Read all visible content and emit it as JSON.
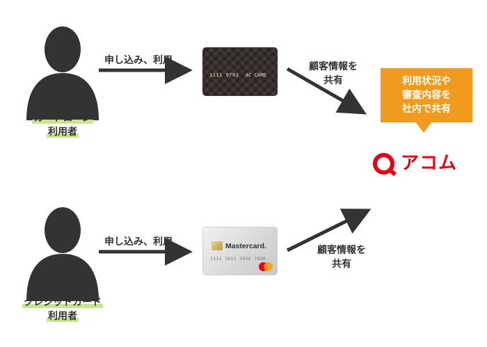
{
  "top": {
    "user_label_line1": "カードローン",
    "user_label_line2": "利用者",
    "apply_label": "申し込み、利用",
    "share_label_line1": "顧客情報を",
    "share_label_line2": "共有",
    "card": {
      "number": "1111 9702",
      "brand": "AC CARD"
    }
  },
  "bottom": {
    "user_label_line1": "クレジットカード",
    "user_label_line2": "利用者",
    "apply_label": "申し込み、利用",
    "share_label_line1": "顧客情報を",
    "share_label_line2": "共有",
    "card": {
      "brand": "Mastercard.",
      "number": "1111 1611 3956 7890"
    }
  },
  "bubble": {
    "line1": "利用状況や",
    "line2": "審査内容を",
    "line3": "社内で共有"
  },
  "logo": {
    "text": "アコム"
  },
  "colors": {
    "person": "#333333",
    "highlight": "#c9e58f",
    "bubble": "#f29a1e",
    "brand_red": "#e60012",
    "arrow": "#333333"
  }
}
